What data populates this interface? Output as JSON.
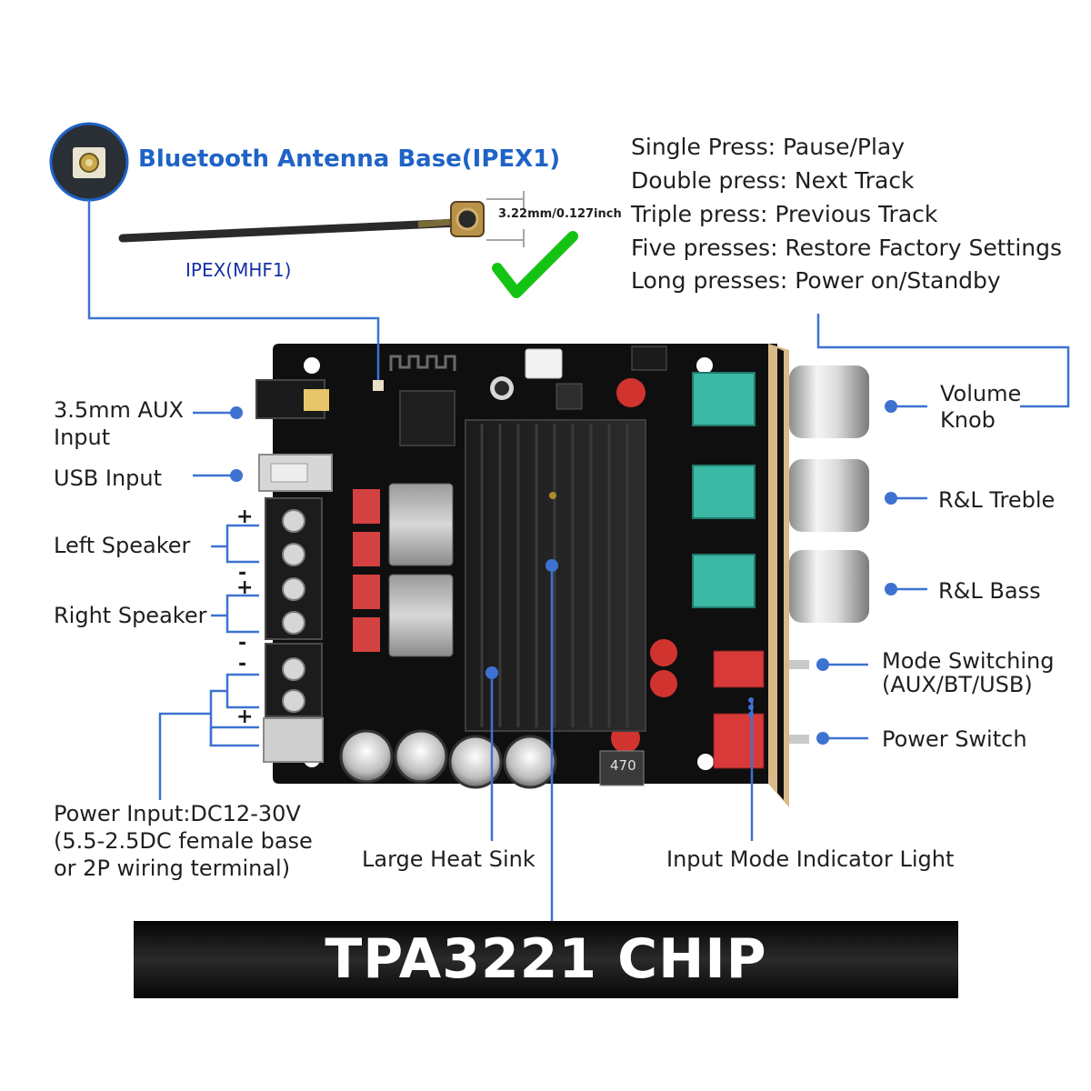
{
  "antenna": {
    "title": "Bluetooth Antenna Base(IPEX1)",
    "connector": "IPEX(MHF1)",
    "dimension": "3.22mm/0.127inch"
  },
  "button_functions": [
    "Single Press: Pause/Play",
    "Double press: Next Track",
    "Triple press: Previous Track",
    "Five presses: Restore Factory Settings",
    "Long presses: Power on/Standby"
  ],
  "left_labels": {
    "aux_line1": "3.5mm AUX",
    "aux_line2": "Input",
    "usb": "USB Input",
    "left_speaker": "Left Speaker",
    "right_speaker": "Right Speaker",
    "power_line1": "Power Input:DC12-30V",
    "power_line2": "(5.5-2.5DC female base",
    "power_line3": "or 2P wiring terminal)"
  },
  "right_labels": {
    "volume_line1": "Volume",
    "volume_line2": "Knob",
    "treble": "R&L Treble",
    "bass": "R&L Bass",
    "mode_line1": "Mode Switching",
    "mode_line2": "(AUX/BT/USB)",
    "power_switch": "Power Switch"
  },
  "bottom_labels": {
    "heat_sink": "Large Heat Sink",
    "indicator": "Input Mode Indicator Light"
  },
  "terminal_marks": {
    "plus": "+",
    "minus": "-"
  },
  "board_markings": {
    "inductor": "470"
  },
  "banner": "TPA3221 CHIP",
  "colors": {
    "callout_line": "#3d72d1",
    "title_blue": "#1f63c6",
    "connector_navy": "#1630a8",
    "board": "#0f0f10",
    "pot_teal": "#3bb9a4",
    "check_green": "#14c414"
  }
}
